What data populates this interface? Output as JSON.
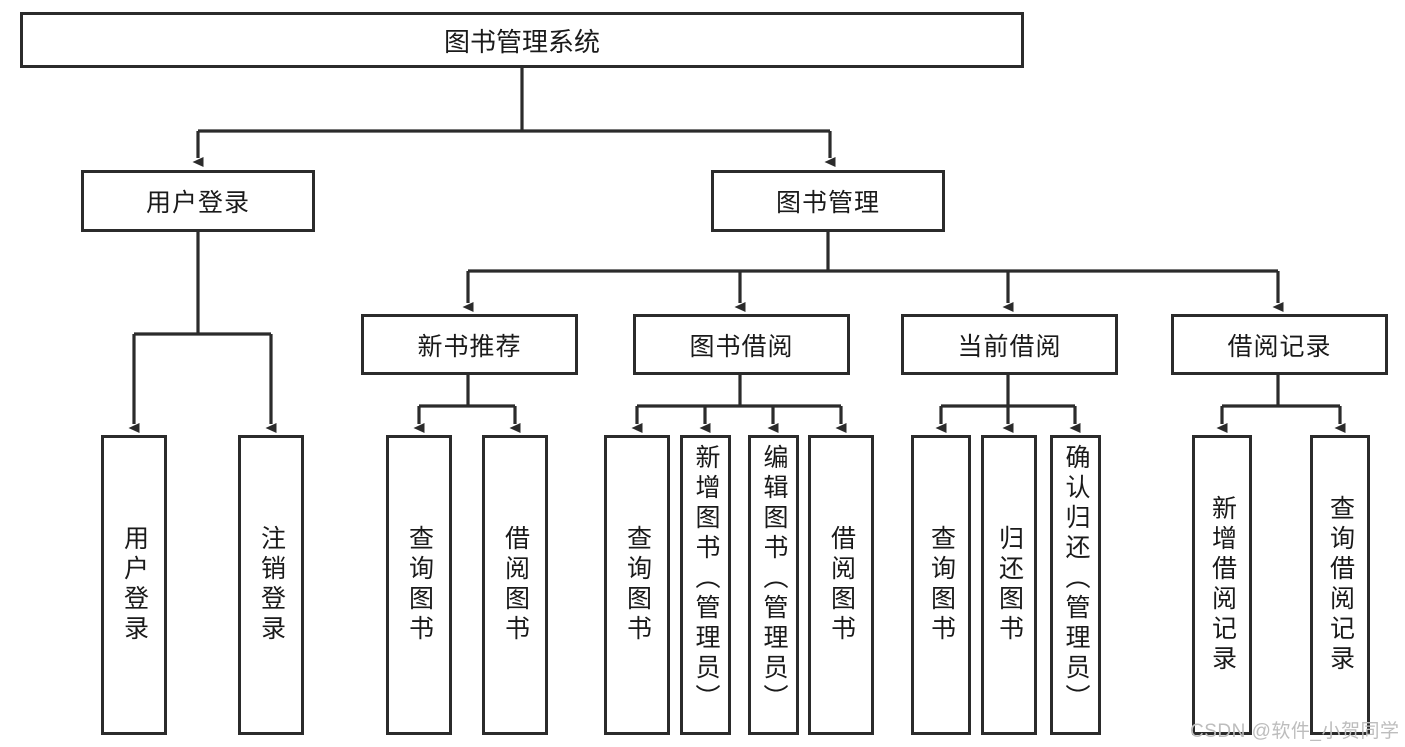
{
  "diagram": {
    "type": "hierarchy-tree",
    "title": "图书管理系统",
    "root": {
      "label": "图书管理系统"
    },
    "level2": [
      {
        "label": "用户登录"
      },
      {
        "label": "图书管理"
      }
    ],
    "level3": [
      {
        "label": "新书推荐"
      },
      {
        "label": "图书借阅"
      },
      {
        "label": "当前借阅"
      },
      {
        "label": "借阅记录"
      }
    ],
    "leaves": {
      "user_login": [
        {
          "label": "用户登录"
        },
        {
          "label": "注销登录"
        }
      ],
      "new_book_recommend": [
        {
          "label": "查询图书"
        },
        {
          "label": "借阅图书"
        }
      ],
      "book_borrow": [
        {
          "label": "查询图书"
        },
        {
          "label": "新增图书（管理员）"
        },
        {
          "label": "编辑图书（管理员）"
        },
        {
          "label": "借阅图书"
        }
      ],
      "current_borrow": [
        {
          "label": "查询图书"
        },
        {
          "label": "归还图书"
        },
        {
          "label": "确认归还（管理员）"
        }
      ],
      "borrow_record": [
        {
          "label": "新增借阅记录"
        },
        {
          "label": "查询借阅记录"
        }
      ]
    }
  },
  "watermark": {
    "text": "CSDN @软件_小贺同学"
  },
  "colors": {
    "stroke": "#2b2b2b",
    "box_fill": "#ffffff",
    "text": "#1a1a1a",
    "watermark": "#bdbdbd",
    "background": "#ffffff"
  }
}
